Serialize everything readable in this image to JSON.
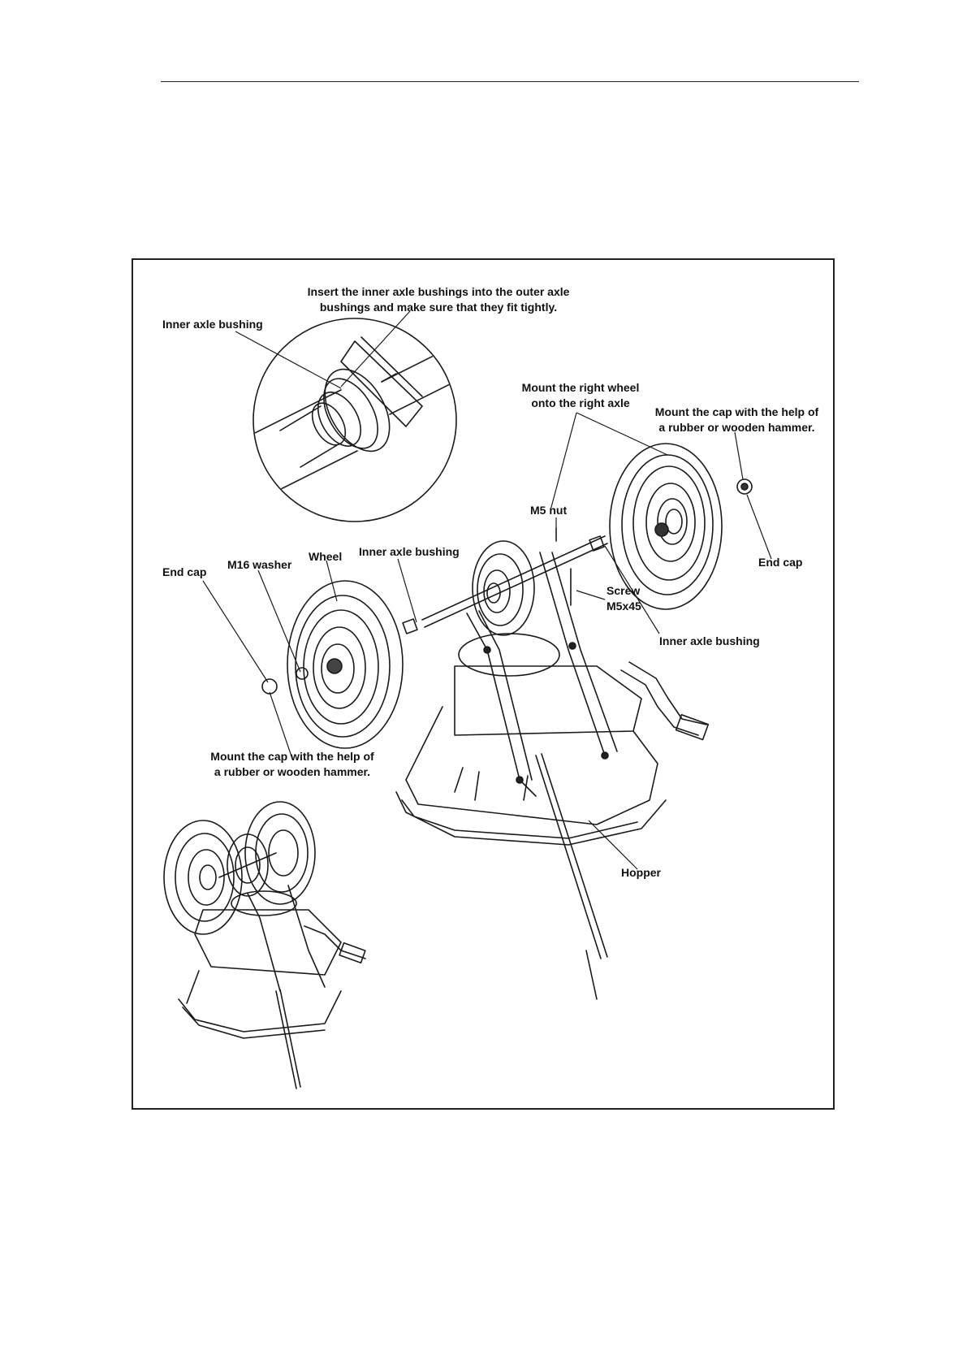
{
  "labels": {
    "insert_instruction_line1": "Insert the inner axle bushings into the outer axle",
    "insert_instruction_line2": "bushings and make sure that they fit tightly.",
    "inner_axle_bushing_detail": "Inner axle bushing",
    "mount_right_wheel_line1": "Mount the right wheel",
    "mount_right_wheel_line2": "onto the right axle",
    "mount_cap_right_line1": "Mount the cap with the help of",
    "mount_cap_right_line2": "a rubber or wooden hammer.",
    "m5_nut": "M5 nut",
    "end_cap_right": "End cap",
    "end_cap_left": "End cap",
    "m16_washer": "M16 washer",
    "wheel": "Wheel",
    "inner_axle_bushing_left": "Inner axle bushing",
    "screw_line1": "Screw",
    "screw_line2": "M5x45",
    "inner_axle_bushing_right": "Inner axle bushing",
    "mount_cap_left_line1": "Mount the cap with the help of",
    "mount_cap_left_line2": "a rubber or wooden hammer.",
    "hopper": "Hopper"
  }
}
